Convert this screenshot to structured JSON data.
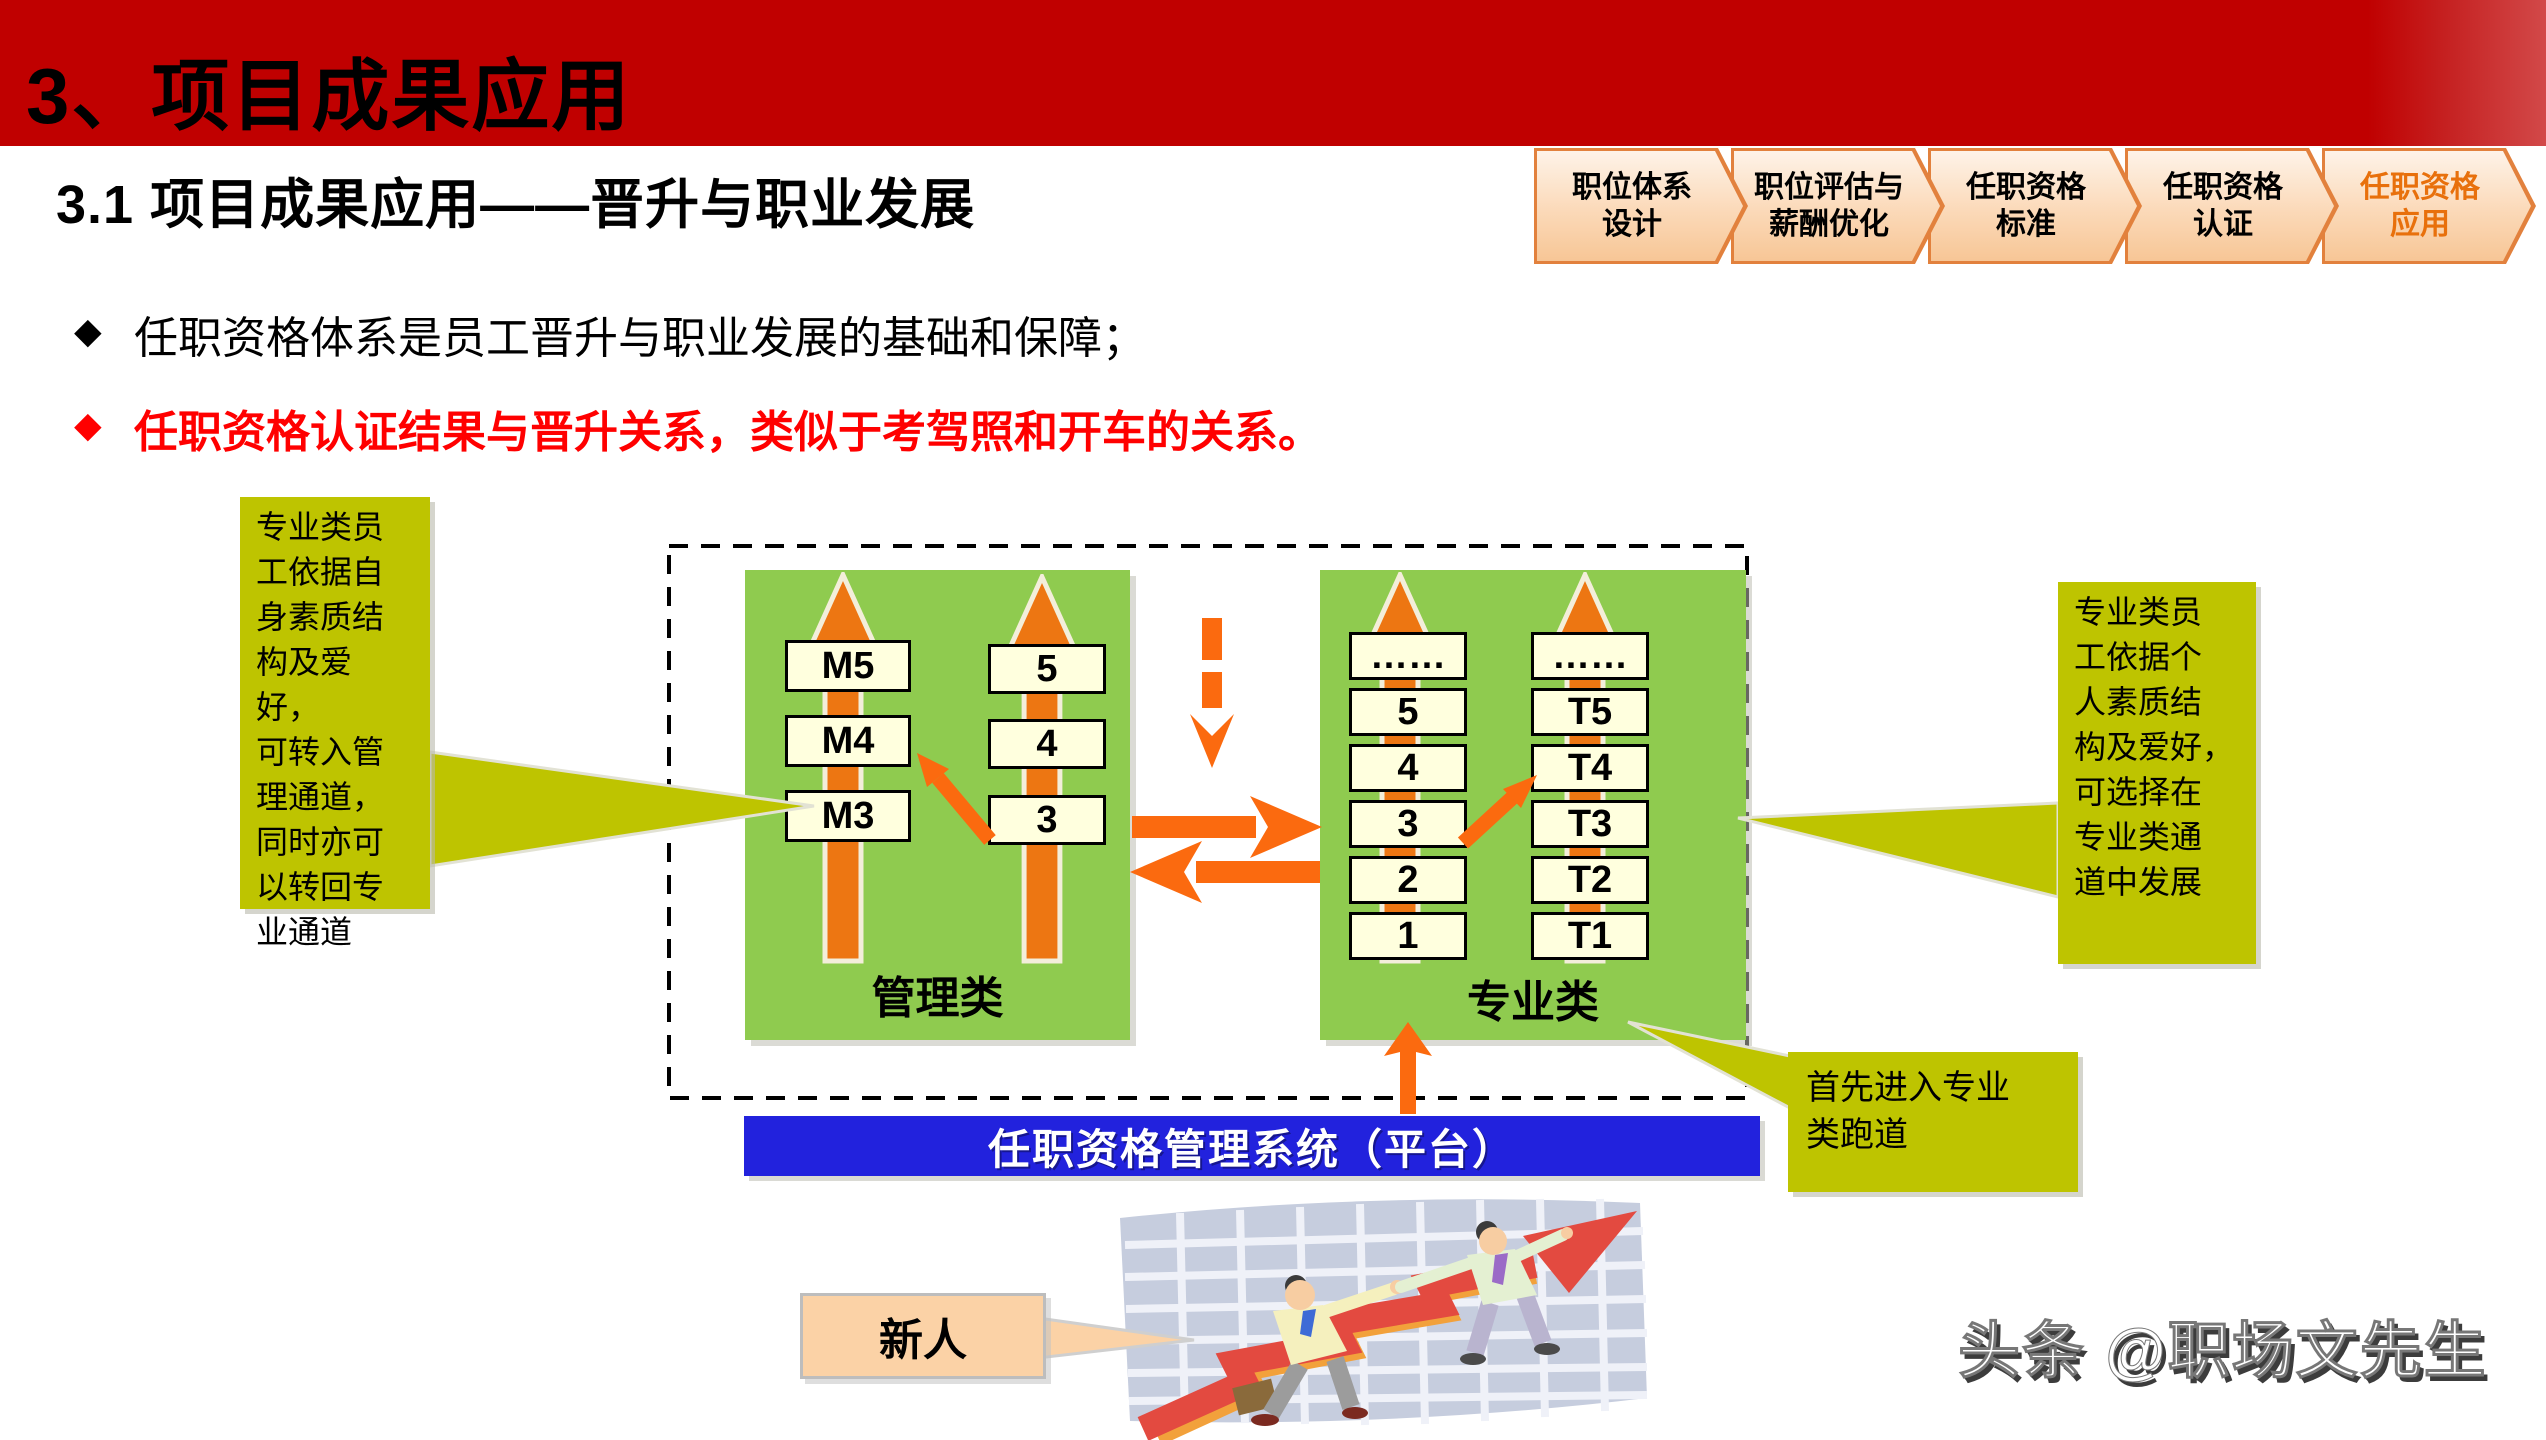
{
  "slide": {
    "banner_title": "3、项目成果应用",
    "subtitle": "3.1  项目成果应用——晋升与职业发展",
    "watermark": "头条 @职场文先生"
  },
  "process_tabs": [
    {
      "label": "职位体系\n设计",
      "active": false
    },
    {
      "label": "职位评估与\n薪酬优化",
      "active": false
    },
    {
      "label": "任职资格\n标准",
      "active": false
    },
    {
      "label": "任职资格\n认证",
      "active": false
    },
    {
      "label": "任职资格\n应用",
      "active": true
    }
  ],
  "bullets": [
    {
      "marker": "◆",
      "text": "任职资格体系是员工晋升与职业发展的基础和保障；",
      "emphasis": "normal-black"
    },
    {
      "marker": "◆",
      "text": "任职资格认证结果与晋升关系，类似于考驾照和开车的关系。",
      "emphasis": "bold-red"
    }
  ],
  "diagram": {
    "left_callout": "专业类员\n工依据自\n身素质结\n构及爱好，\n可转入管\n理通道，\n同时亦可\n以转回专\n业通道",
    "right_callout": "专业类员\n工依据个\n人素质结\n构及爱好，\n可选择在\n专业类通\n道中发展",
    "entry_callout": "首先进入专业\n类跑道",
    "newcomer_label": "新人",
    "management": {
      "title": "管理类",
      "col1": [
        "M5",
        "M4",
        "M3"
      ],
      "col2": [
        "5",
        "4",
        "3"
      ]
    },
    "professional": {
      "title": "专业类",
      "col1": [
        "……",
        "5",
        "4",
        "3",
        "2",
        "1"
      ],
      "col2": [
        "……",
        "T5",
        "T4",
        "T3",
        "T2",
        "T1"
      ]
    },
    "platform_banner": "任职资格管理系统（平台）"
  },
  "colors": {
    "banner_red": "#C00000",
    "panel_green": "#8FCB4F",
    "pillar_orange": "#ED7612",
    "accent_orange": "#FB6A0F",
    "callout_olive": "#BEC400",
    "level_box_cream": "#FFFFDE",
    "platform_blue": "#2222DD",
    "tab_fill_peach": "#FBD9B8",
    "tab_border_orange": "#E2813D",
    "active_tab_text": "#E8700C",
    "bullet_red": "#FF0000",
    "newcomer_peach": "#FBD2A6"
  }
}
